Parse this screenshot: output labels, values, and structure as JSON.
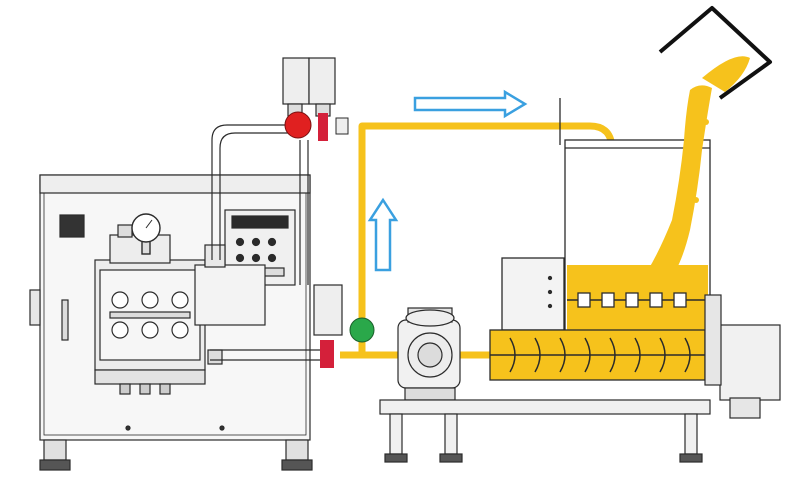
{
  "diagram": {
    "kind": "process-schematic",
    "components": [
      {
        "id": "homogenizer",
        "label": ""
      },
      {
        "id": "pressure-gauge",
        "label": ""
      },
      {
        "id": "control-panel",
        "label": ""
      },
      {
        "id": "solenoid-valve",
        "label": ""
      },
      {
        "id": "transfer-pump",
        "label": ""
      },
      {
        "id": "mixing-tank",
        "label": ""
      },
      {
        "id": "screw-conveyor",
        "label": ""
      },
      {
        "id": "feed-hopper",
        "label": ""
      }
    ],
    "flow_arrows": [
      {
        "direction": "right",
        "color": "#3aa0e0"
      },
      {
        "direction": "up",
        "color": "#3aa0e0"
      }
    ],
    "valves": [
      {
        "id": "valve-top",
        "color": "#e02020"
      },
      {
        "id": "valve-bottom",
        "color": "#2aa84a"
      }
    ],
    "colors": {
      "product_flow": "#f6c21c",
      "machine_line": "#2b2b2b",
      "machine_fill": "#f2f2f2",
      "valve_red": "#e02020",
      "valve_green": "#2aa84a",
      "fitting_red": "#d4203a",
      "arrow_blue": "#3aa0e0"
    }
  }
}
